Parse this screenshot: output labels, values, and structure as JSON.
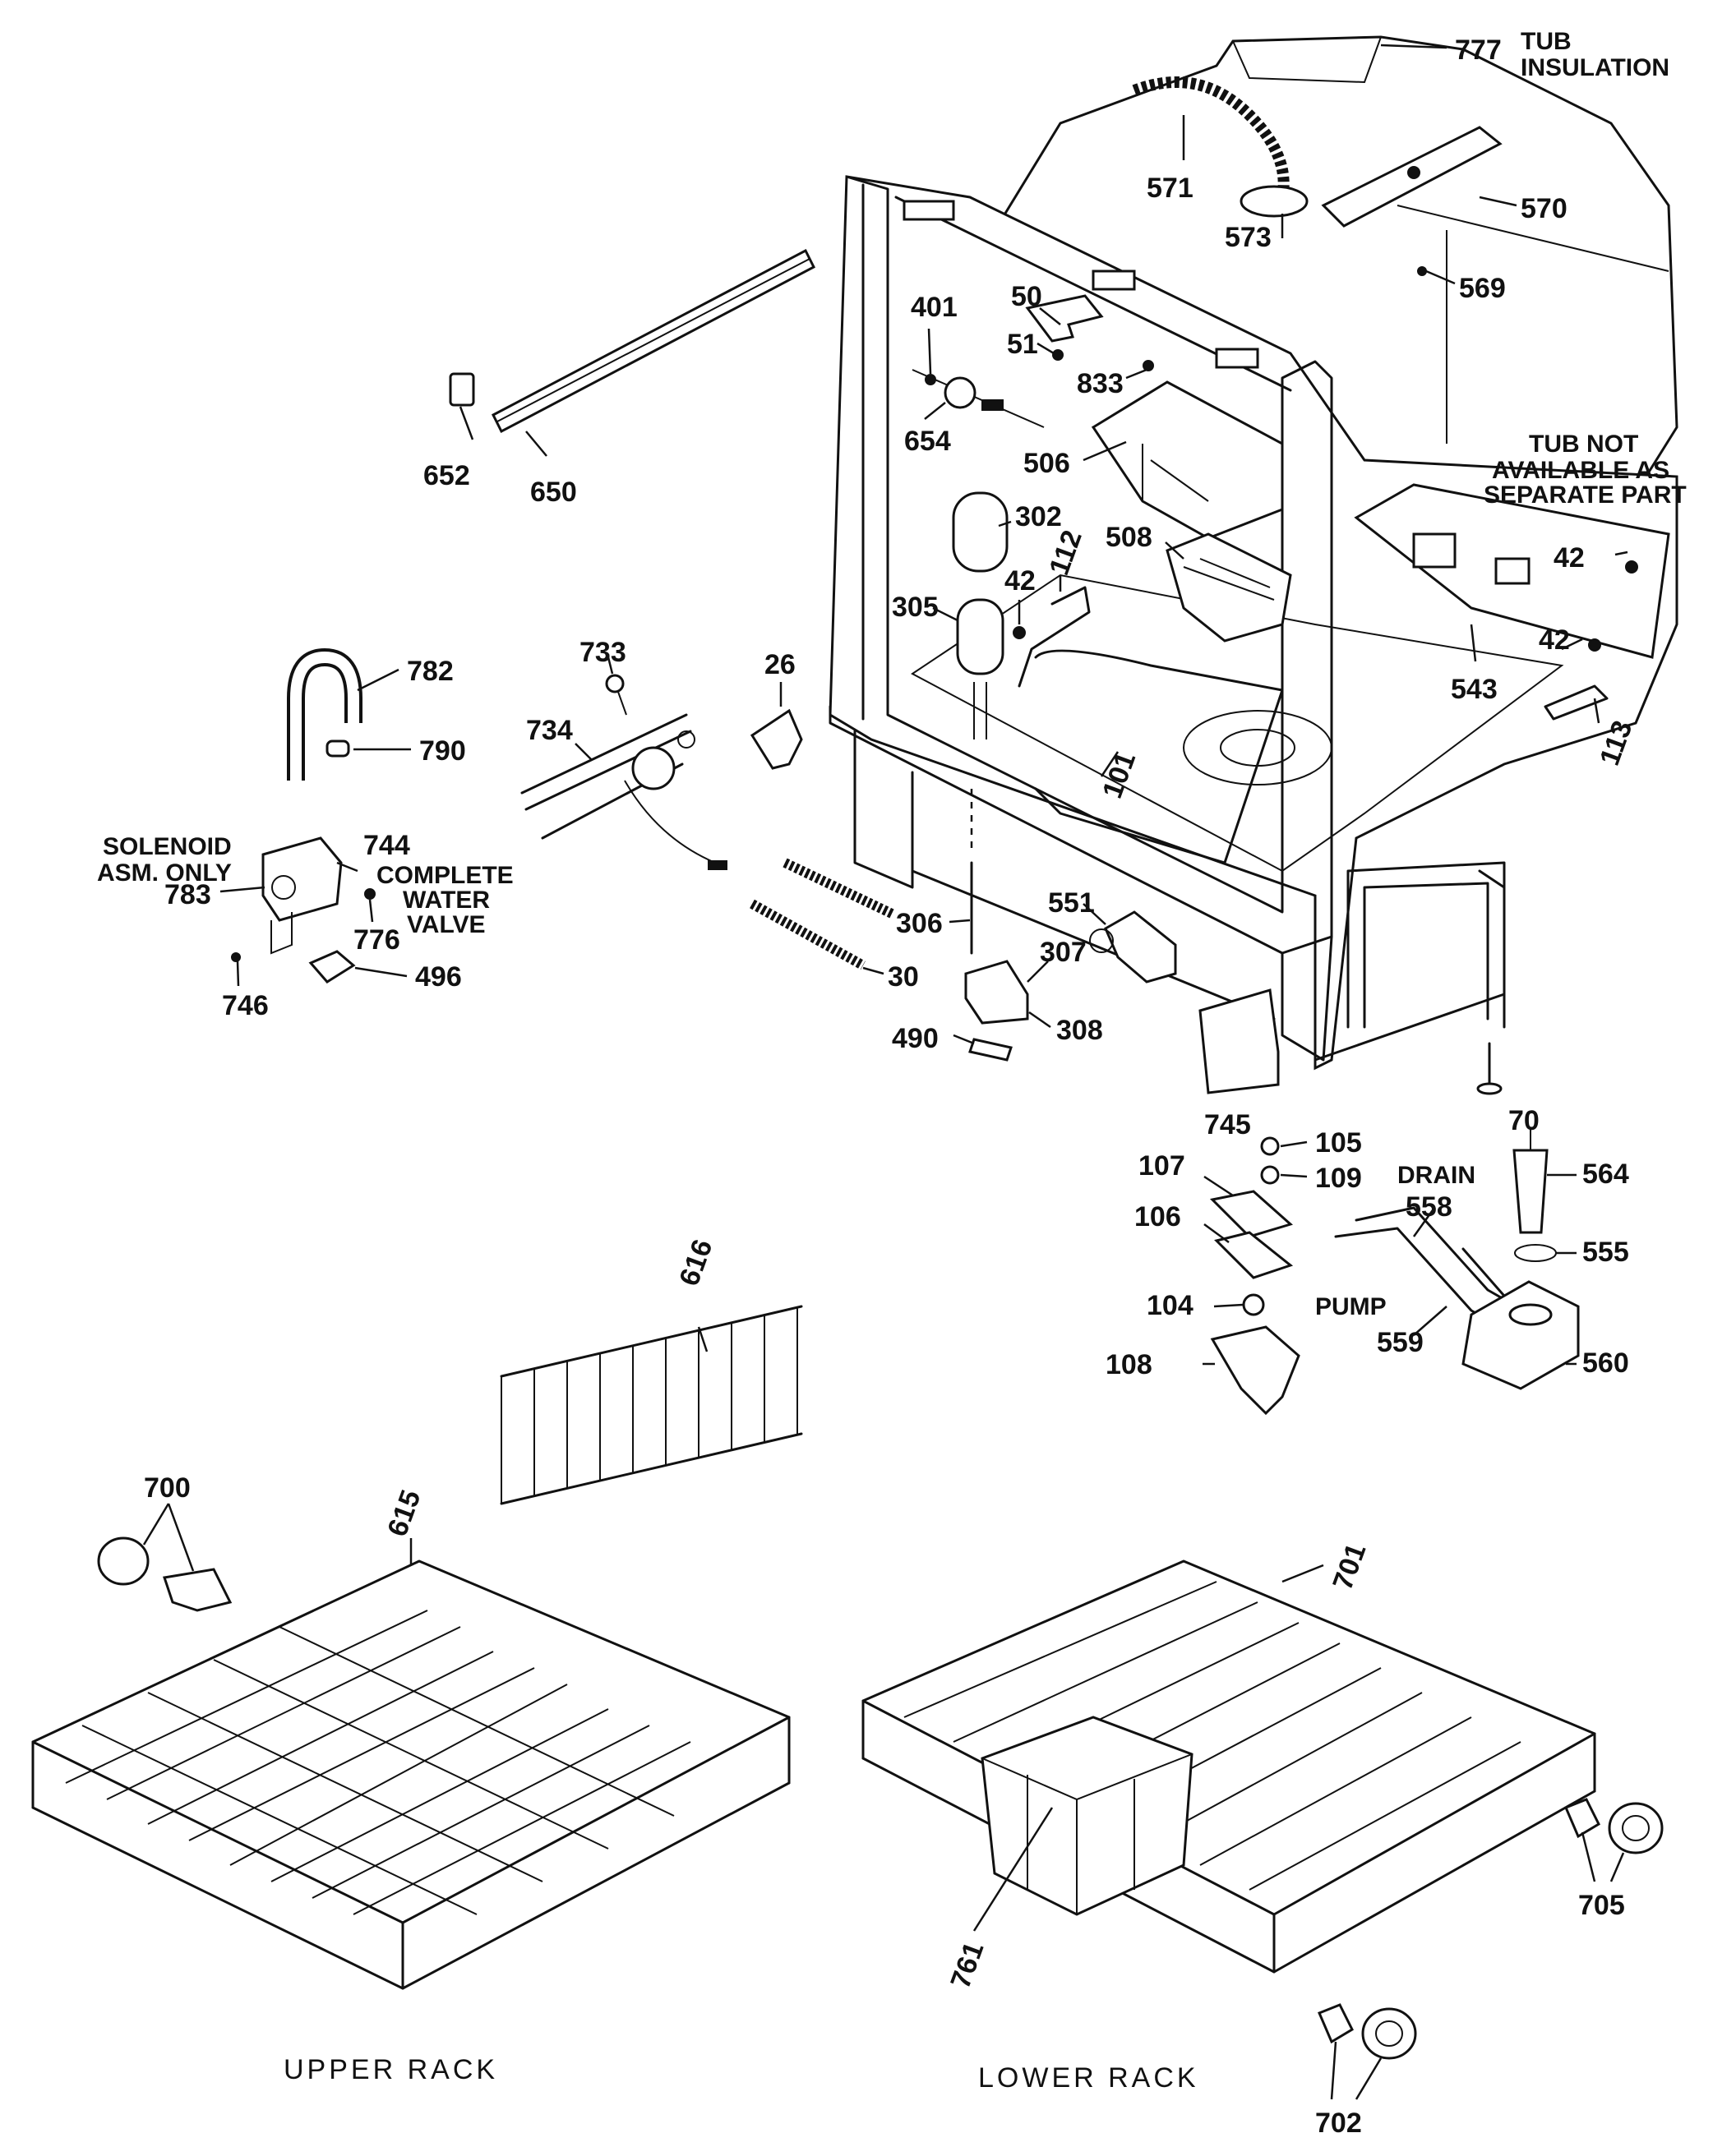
{
  "labels": {
    "p777": "777",
    "tub_insulation_1": "TUB",
    "tub_insulation_2": "INSULATION",
    "p571": "571",
    "p573": "573",
    "p570": "570",
    "p569": "569",
    "p401": "401",
    "p50": "50",
    "p51": "51",
    "p833": "833",
    "p654": "654",
    "p506": "506",
    "p302": "302",
    "p305": "305",
    "p508": "508",
    "p112": "112",
    "p42a": "42",
    "p42b": "42",
    "p42c": "42",
    "p543": "543",
    "p113": "113",
    "p101": "101",
    "p26": "26",
    "p733": "733",
    "p734": "734",
    "p652": "652",
    "p650": "650",
    "p782": "782",
    "p790": "790",
    "solenoid_1": "SOLENOID",
    "solenoid_2": "ASM. ONLY",
    "p744": "744",
    "complete_1": "COMPLETE",
    "complete_2": "WATER",
    "complete_3": "VALVE",
    "p783": "783",
    "p776": "776",
    "p746": "746",
    "p496": "496",
    "p306": "306",
    "p551": "551",
    "p307": "307",
    "p30": "30",
    "p308": "308",
    "p490": "490",
    "p745": "745",
    "p70": "70",
    "tub_not_1": "TUB NOT",
    "tub_not_2": "AVAILABLE AS",
    "tub_not_3": "SEPARATE PART",
    "p105": "105",
    "p109": "109",
    "p107": "107",
    "p106": "106",
    "p104": "104",
    "p108": "108",
    "drain": "DRAIN",
    "p558": "558",
    "p564": "564",
    "p555": "555",
    "pump": "PUMP",
    "p559": "559",
    "p560": "560",
    "p616": "616",
    "p700": "700",
    "p615": "615",
    "p701": "701",
    "p761": "761",
    "p705": "705",
    "p702": "702",
    "upper_rack": "UPPER RACK",
    "lower_rack": "LOWER RACK"
  }
}
